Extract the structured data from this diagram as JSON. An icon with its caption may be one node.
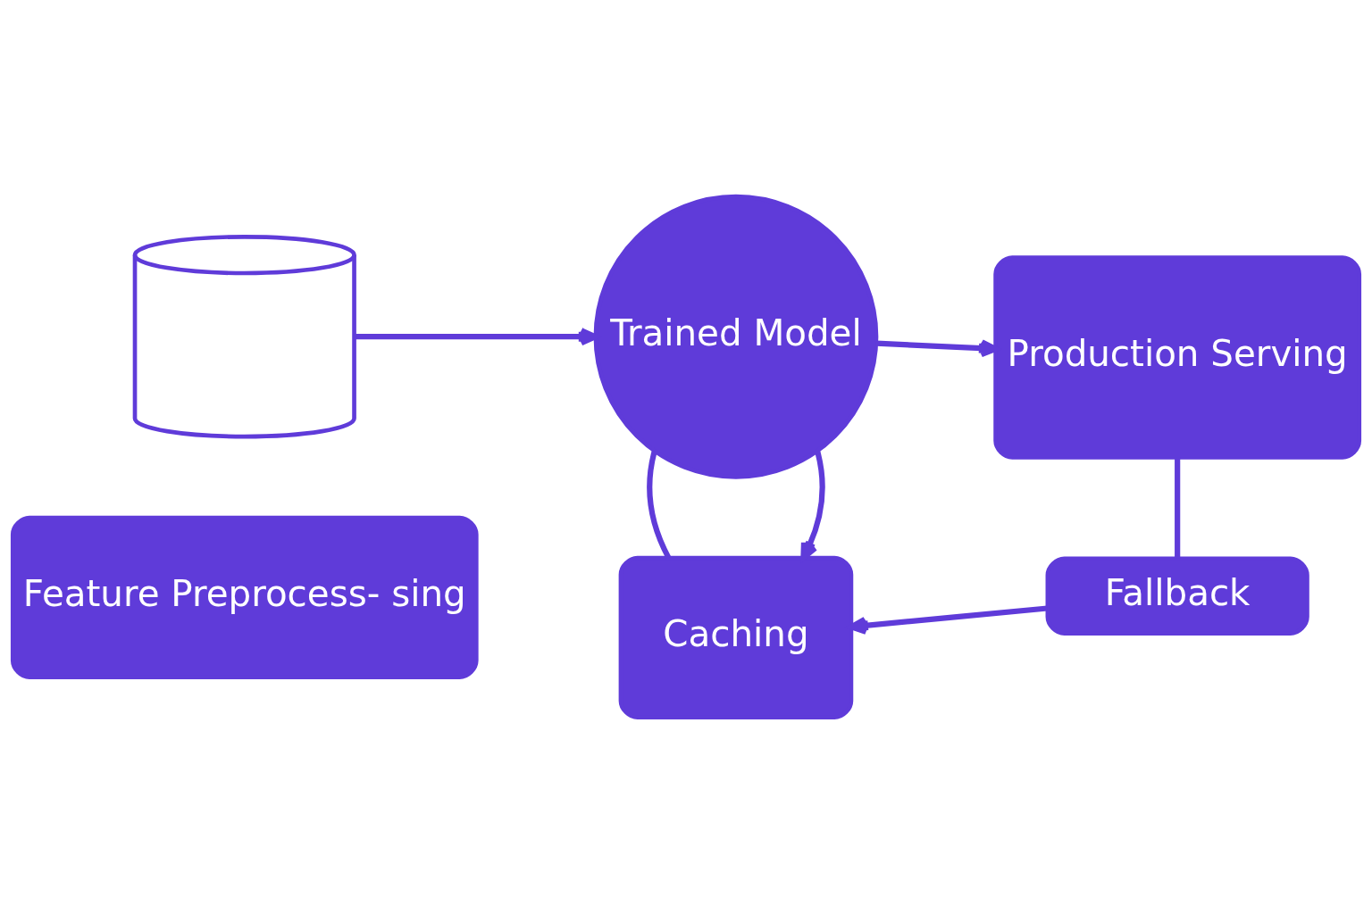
{
  "diagram": {
    "nodes": [
      {
        "text": [],
        "shape": "cylinder"
      },
      {
        "text": [
          "Feature Preprocess- sing"
        ]
      },
      {
        "text": [
          "Trained Model"
        ]
      },
      {
        "text": [
          "Production Serving"
        ]
      },
      {
        "text": [
          "Caching"
        ]
      },
      {
        "text": [
          "Fallback"
        ]
      }
    ],
    "edges": [
      {
        "from": 0,
        "to": 2,
        "arrow": "to"
      },
      {
        "from": 2,
        "to": 3,
        "arrow": "to"
      },
      {
        "from": 2,
        "to": 4,
        "arrow": "to"
      },
      {
        "from": 2,
        "to": 4,
        "arrow": "none"
      },
      {
        "from": 3,
        "to": 5,
        "arrow": "none"
      },
      {
        "from": 5,
        "to": 4,
        "arrow": "to"
      }
    ]
  }
}
